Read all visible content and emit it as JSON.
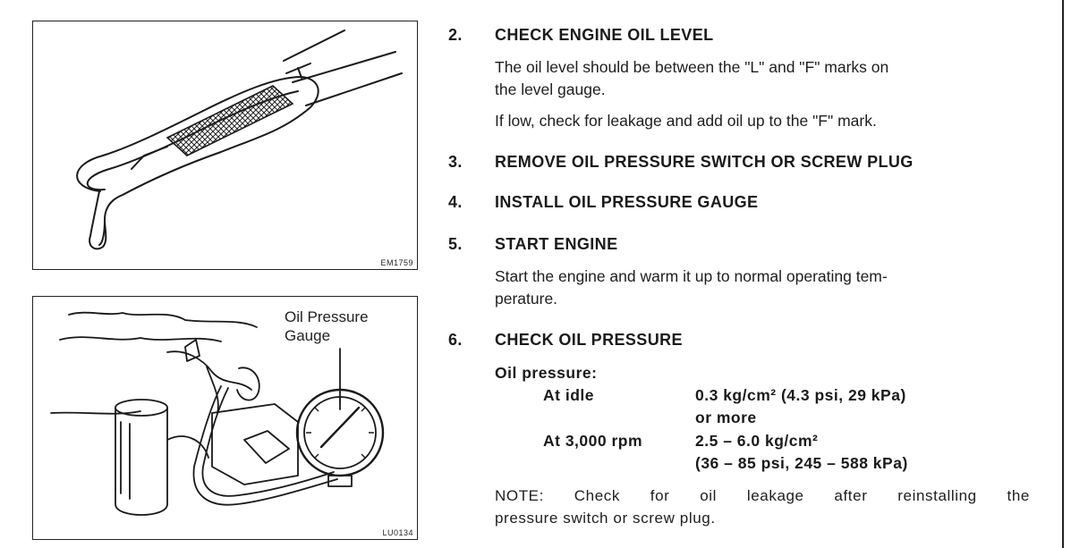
{
  "figures": {
    "dipstick": {
      "code": "EM1759"
    },
    "gauge": {
      "code": "LU0134",
      "label_line1": "Oil Pressure",
      "label_line2": "Gauge"
    }
  },
  "steps": [
    {
      "num": "2.",
      "title": "CHECK ENGINE OIL LEVEL"
    },
    {
      "num": "3.",
      "title": "REMOVE OIL PRESSURE SWITCH OR SCREW PLUG"
    },
    {
      "num": "4.",
      "title": "INSTALL OIL PRESSURE GAUGE"
    },
    {
      "num": "5.",
      "title": "START ENGINE"
    },
    {
      "num": "6.",
      "title": "CHECK OIL PRESSURE"
    }
  ],
  "step2": {
    "line1": "The oil level should be between the \"L\" and \"F\" marks on",
    "line2": "the level gauge.",
    "line3": "If low, check for leakage and add oil up to the \"F\" mark."
  },
  "step5": {
    "line1": "Start the engine and warm it up to normal operating tem-",
    "line2": "perature."
  },
  "spec": {
    "heading": "Oil pressure:",
    "idle_label": "At idle",
    "idle_value_line1": "0.3 kg/cm² (4.3 psi, 29 kPa)",
    "idle_value_line2": "or more",
    "rpm_label": "At 3,000 rpm",
    "rpm_value_line1": "2.5 – 6.0 kg/cm²",
    "rpm_value_line2": "(36 – 85 psi, 245 – 588 kPa)"
  },
  "note": {
    "line1": "NOTE: Check for oil leakage after reinstalling the",
    "line2": "pressure switch or screw plug."
  }
}
